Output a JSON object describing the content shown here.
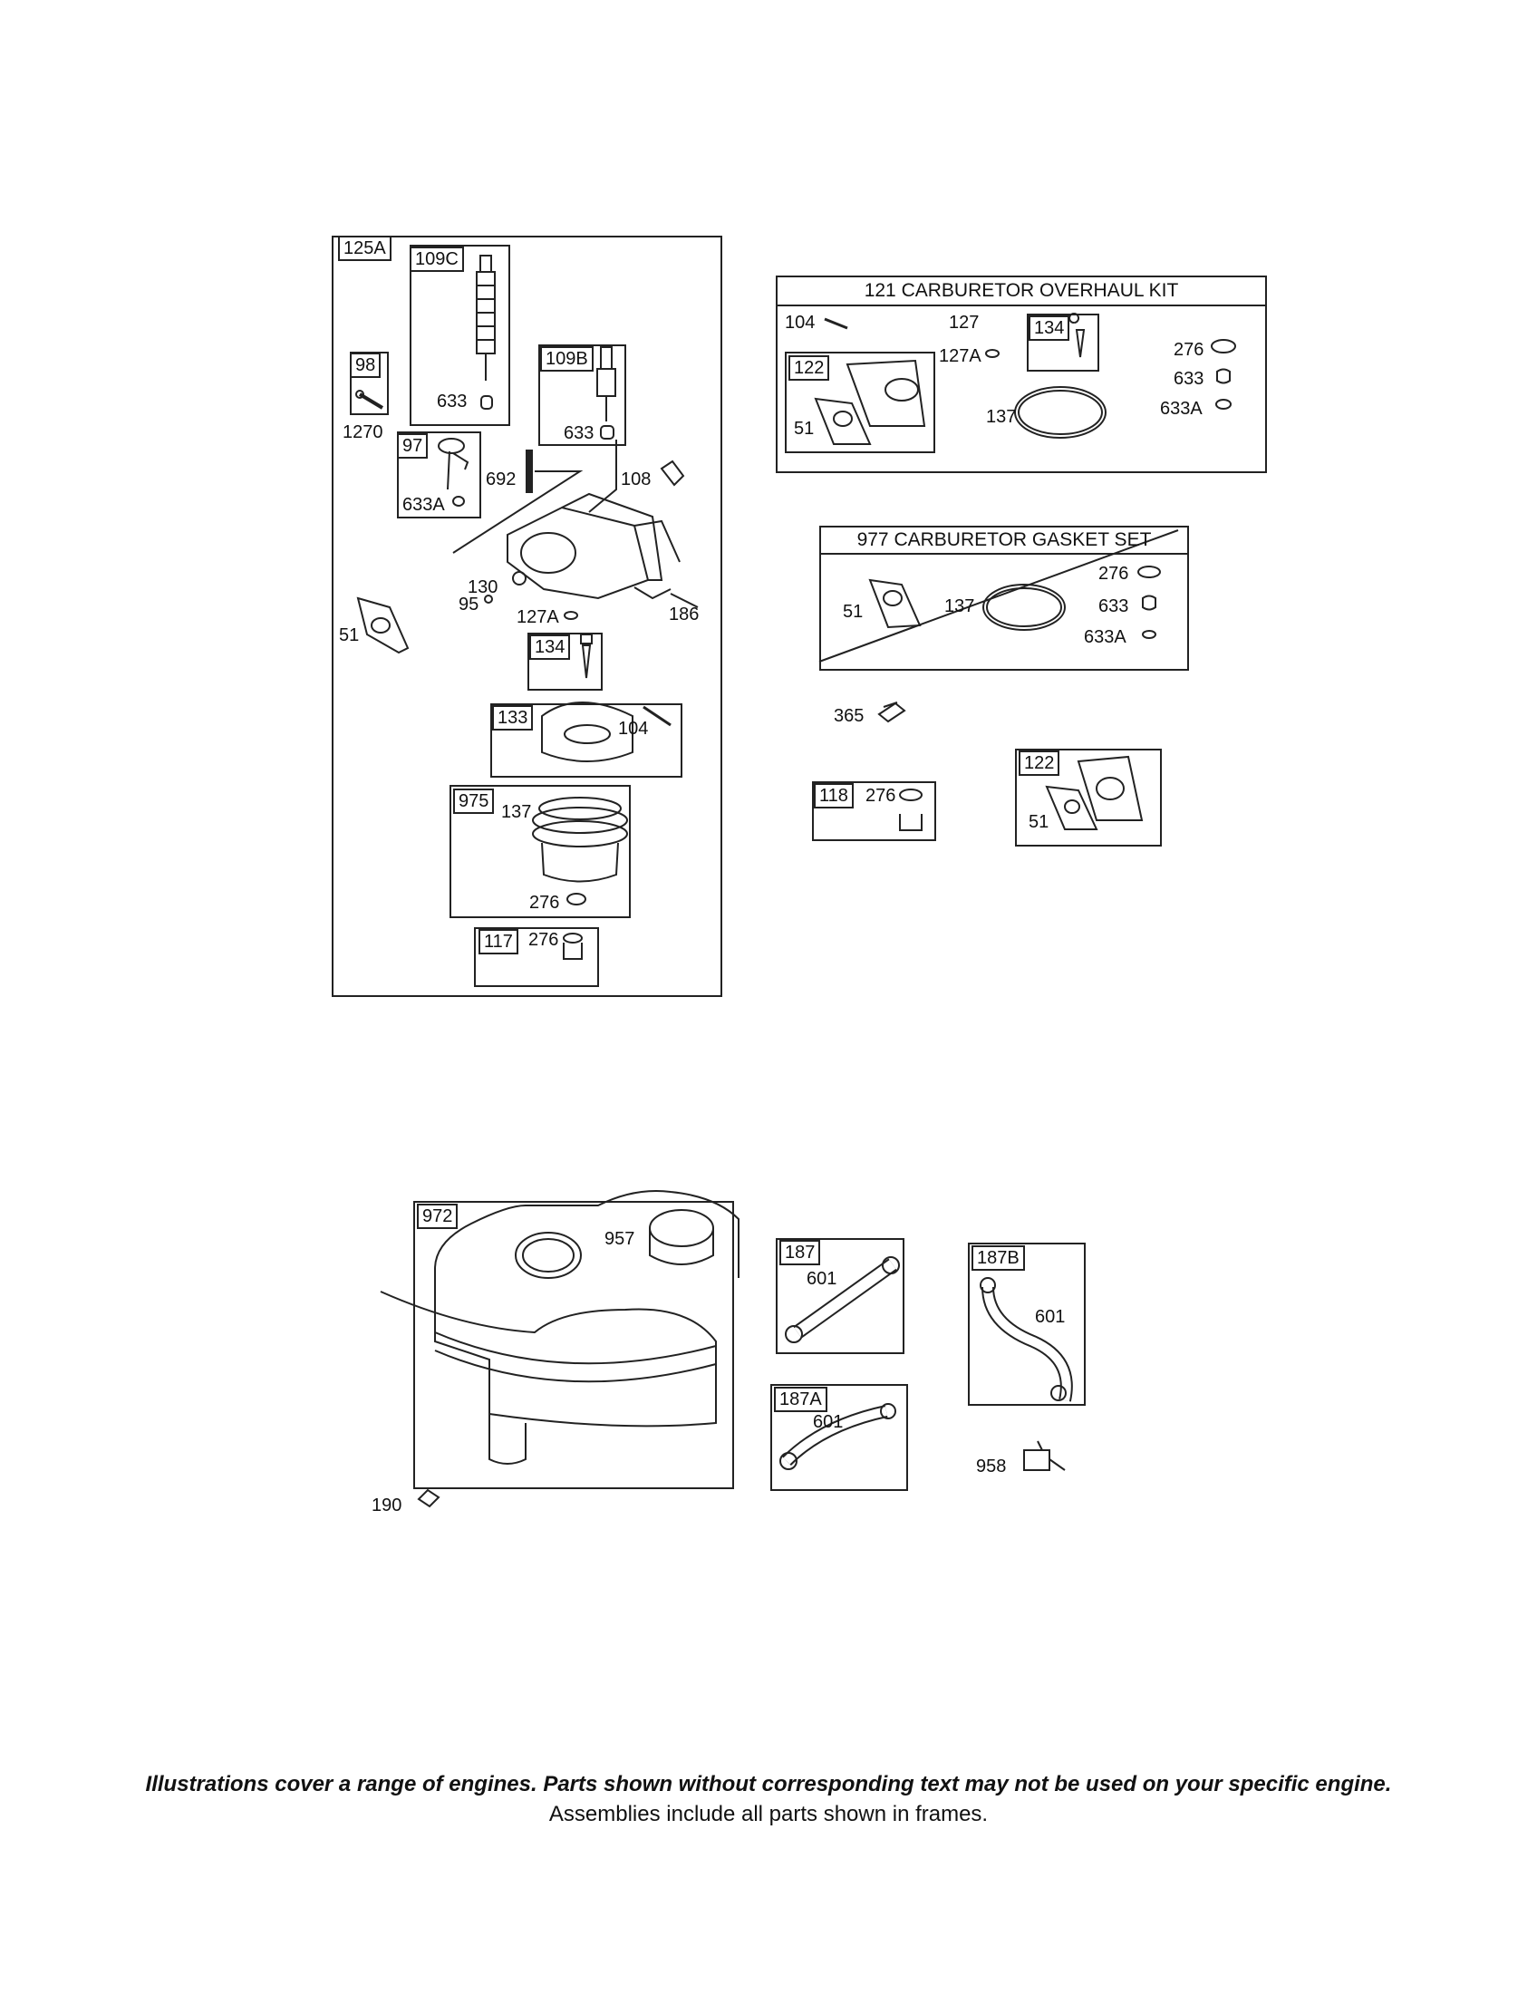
{
  "carb_assembly": {
    "frame_tag": "125A",
    "filter_c_tag": "109C",
    "filter_c_part": "633",
    "cut_98_tag": "98",
    "part_1270": "1270",
    "choke_97_tag": "97",
    "part_633A": "633A",
    "part_692": "692",
    "filter_b_tag": "109B",
    "filter_b_part": "633",
    "part_108": "108",
    "part_130": "130",
    "part_95": "95",
    "part_127A": "127A",
    "part_186": "186",
    "part_51": "51",
    "needle_134_tag": "134",
    "float_133_tag": "133",
    "part_104": "104",
    "bowl_975_tag": "975",
    "bowl_137": "137",
    "bowl_276": "276",
    "screw_117_tag": "117",
    "screw_276": "276"
  },
  "overhaul_kit": {
    "title": "121 CARBURETOR OVERHAUL KIT",
    "p104": "104",
    "p127": "127",
    "p127A": "127A",
    "tag134": "134",
    "p276": "276",
    "p633": "633",
    "p633A": "633A",
    "tag122": "122",
    "p51": "51",
    "p137": "137"
  },
  "gasket_set": {
    "title": "977 CARBURETOR GASKET SET",
    "p51": "51",
    "p137": "137",
    "p276": "276",
    "p633": "633",
    "p633A": "633A"
  },
  "loose_parts": {
    "p365": "365",
    "tag118": "118",
    "p118_276": "276",
    "tag122": "122",
    "p122_51": "51"
  },
  "fuel_tank": {
    "tag972": "972",
    "p957": "957",
    "p190": "190"
  },
  "fuel_lines": {
    "tag187": "187",
    "p187_601": "601",
    "tag187A": "187A",
    "p187A_601": "601",
    "tag187B": "187B",
    "p187B_601": "601",
    "p958": "958"
  },
  "footer": {
    "note1": "Illustrations cover a range of engines. Parts shown without corresponding text may not be used on your specific engine.",
    "note2": "Assemblies include all parts shown in frames."
  }
}
